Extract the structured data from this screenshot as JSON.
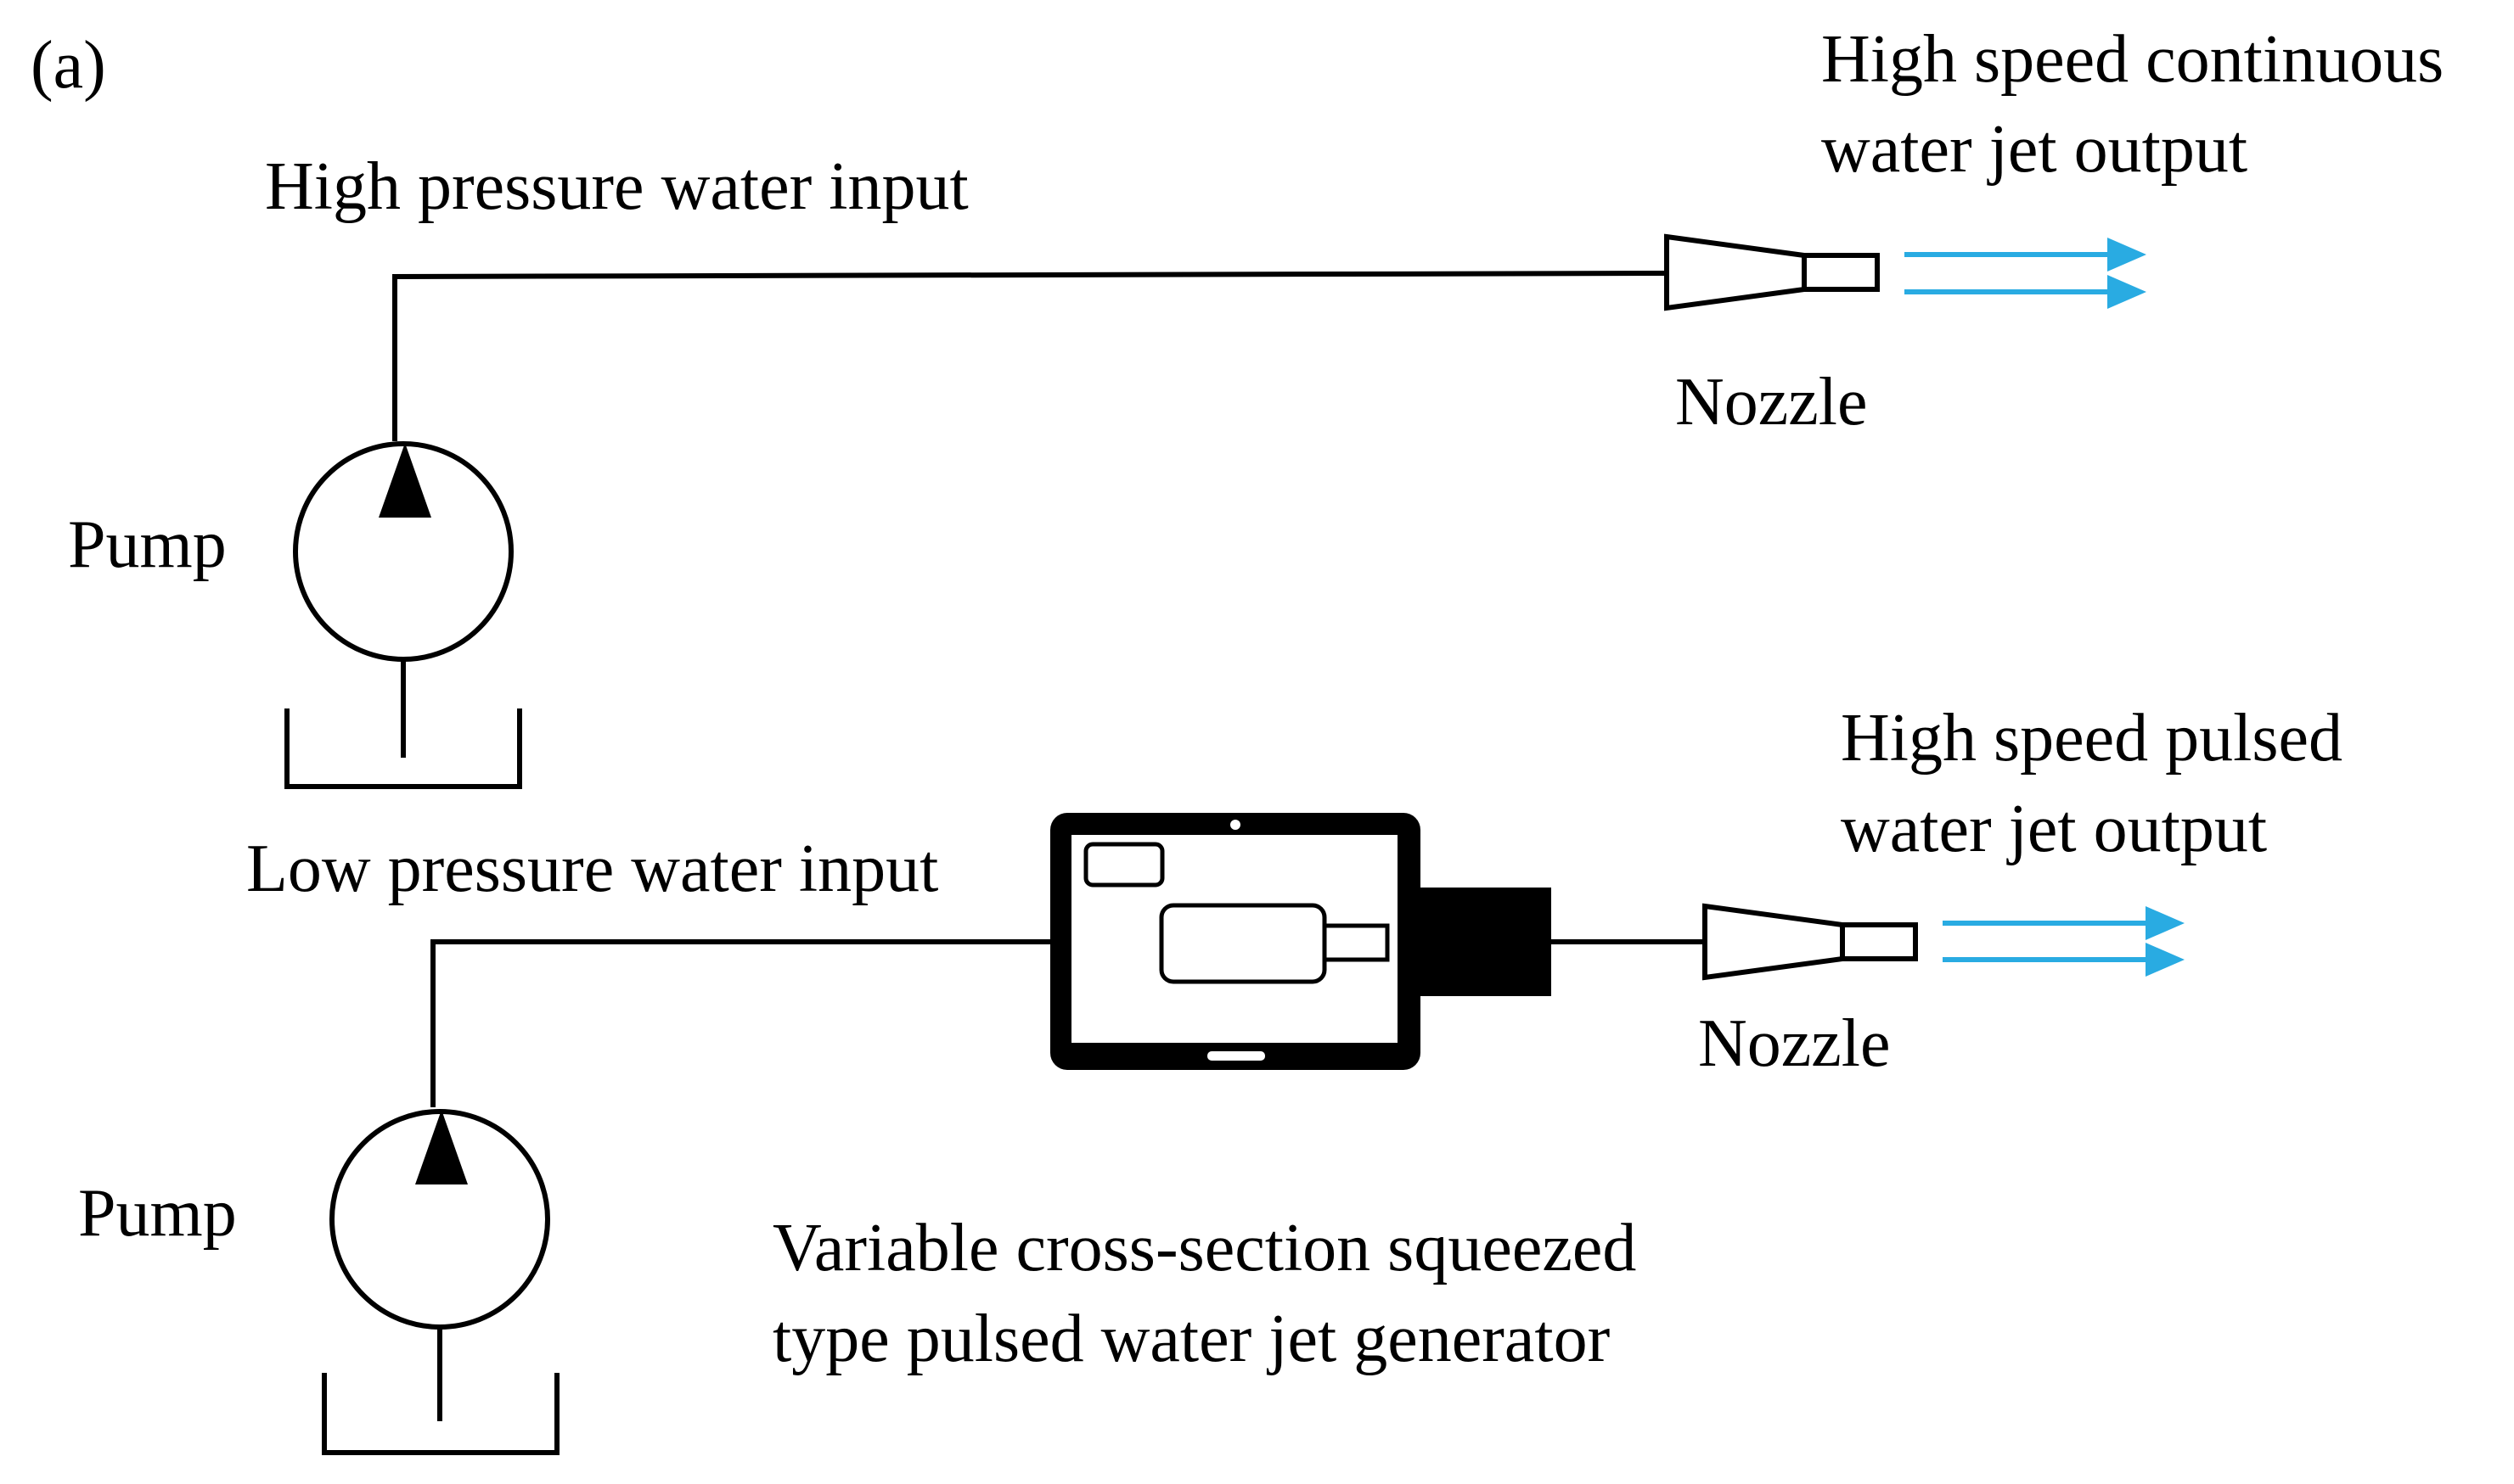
{
  "panel_label": "(a)",
  "continuous_system": {
    "input_label": "High pressure water input",
    "pump_label": "Pump",
    "nozzle_label": "Nozzle",
    "output_label_line1": "High speed continuous",
    "output_label_line2": "water jet output"
  },
  "pulsed_system": {
    "input_label": "Low pressure water input",
    "pump_label": "Pump",
    "nozzle_label": "Nozzle",
    "output_label_line1": "High speed pulsed",
    "output_label_line2": "water jet output",
    "generator_label_line1": "Variable cross-section squeezed",
    "generator_label_line2": "type pulsed water jet generator"
  },
  "colors": {
    "line": "#000000",
    "jet": "#29abe2",
    "background": "#ffffff"
  }
}
